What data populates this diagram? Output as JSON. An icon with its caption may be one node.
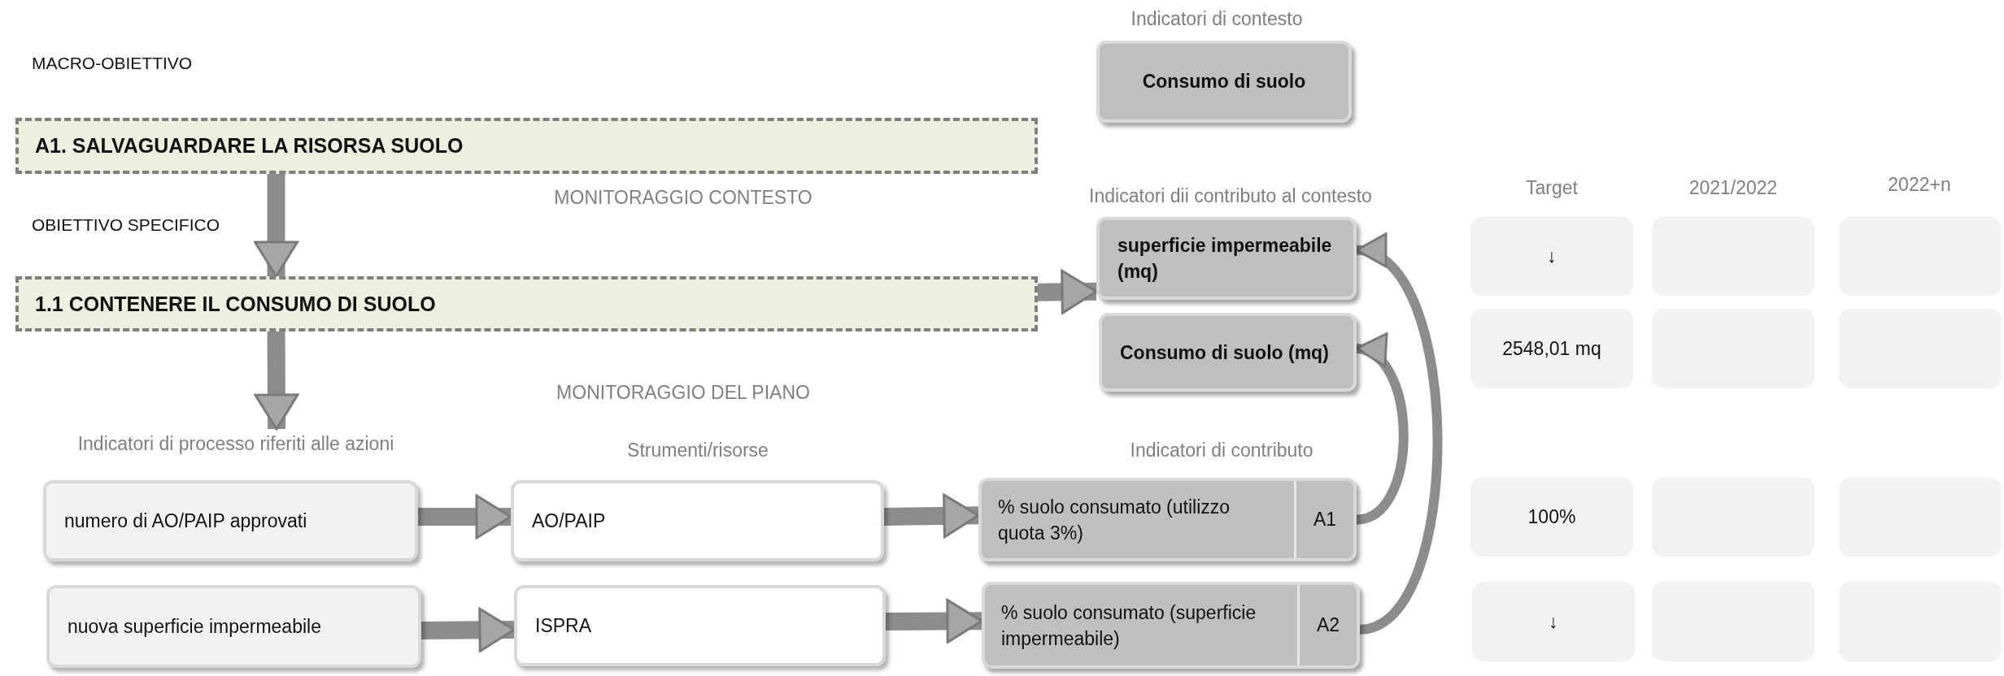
{
  "diagram": {
    "nodes": [
      {
        "text": [
          "A1. SALVAGUARDARE LA RISORSA SUOLO"
        ]
      },
      {
        "text": [
          "1.1 CONTENERE IL CONSUMO DI SUOLO"
        ]
      },
      {
        "text": [
          "Consumo di suolo"
        ]
      },
      {
        "text": [
          "superficie impermeabile (mq)"
        ]
      },
      {
        "text": [
          "Consumo di suolo (mq)"
        ]
      },
      {
        "text": [
          "numero di AO/PAIP approvati"
        ]
      },
      {
        "text": [
          "nuova superficie impermeabile"
        ]
      },
      {
        "text": [
          "AO/PAIP"
        ]
      },
      {
        "text": [
          "ISPRA"
        ]
      },
      {
        "text": [
          "% suolo consumato (utilizzo quota 3%)",
          "A1"
        ]
      },
      {
        "text": [
          "% suolo consumato (superficie impermeabile)",
          "A2"
        ]
      },
      {
        "text": [
          "Indicatori di processo riferiti alle azioni"
        ]
      }
    ],
    "edges": [
      {
        "from": 0,
        "to": 1,
        "arrow": "to"
      },
      {
        "from": 1,
        "to": 3,
        "arrow": "to"
      },
      {
        "from": 1,
        "to": 11,
        "arrow": "to"
      },
      {
        "from": 5,
        "to": 7,
        "arrow": "to"
      },
      {
        "from": 6,
        "to": 8,
        "arrow": "to"
      },
      {
        "from": 7,
        "to": 9,
        "arrow": "to"
      },
      {
        "from": 8,
        "to": 10,
        "arrow": "to"
      },
      {
        "from": 9,
        "to": 4,
        "arrow": "to"
      },
      {
        "from": 10,
        "to": 3,
        "arrow": "to"
      }
    ],
    "labels": [
      "MACRO-OBIETTIVO",
      "Indicatori di contesto",
      "MONITORAGGIO CONTESTO",
      "Indicatori dii contributo al contesto",
      "OBIETTIVO SPECIFICO",
      "Target",
      "2021/2022",
      "2022+n",
      "↓",
      "2548,01 mq",
      "MONITORAGGIO DEL PIANO",
      "Strumenti/risorse",
      "Indicatori di contributo",
      "100%",
      "↓"
    ]
  }
}
